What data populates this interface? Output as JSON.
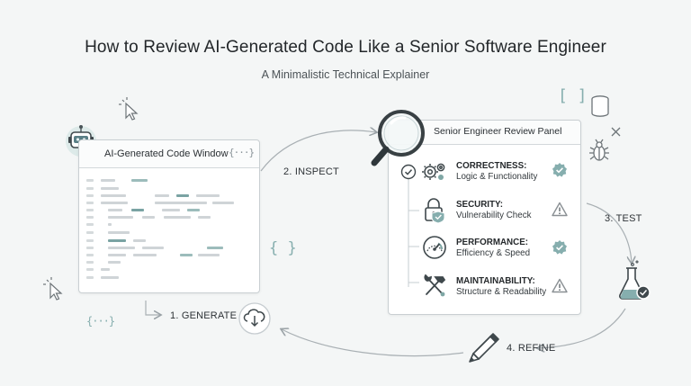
{
  "title": "How to Review AI-Generated Code Like a Senior Software Engineer",
  "subtitle": "A Minimalistic Technical Explainer",
  "code_window": {
    "title": "AI-Generated Code Window",
    "badge": "{···}"
  },
  "review_panel": {
    "title": "Senior Engineer Review Panel",
    "criteria": [
      {
        "title": "CORRECTNESS:",
        "subtitle": "Logic & Functionality",
        "status": "check",
        "icon": "gears-icon"
      },
      {
        "title": "SECURITY:",
        "subtitle": "Vulnerability Check",
        "status": "warning",
        "icon": "lock-shield-icon"
      },
      {
        "title": "PERFORMANCE:",
        "subtitle": "Efficiency & Speed",
        "status": "check",
        "icon": "gauge-icon"
      },
      {
        "title": "MAINTAINABILITY:",
        "subtitle": "Structure & Readability",
        "status": "warning",
        "icon": "hammer-wrench-icon"
      }
    ]
  },
  "steps": {
    "generate": "1. GENERATE",
    "inspect": "2. INSPECT",
    "test": "3. TEST",
    "refine": "4. REFINE"
  },
  "decorations": {
    "braces": "{ }",
    "brackets": "[ ]",
    "dots_badge": "{···}"
  },
  "colors": {
    "accent": "#7fa7a5",
    "accent_dark": "#4f7b7a",
    "line_gray": "#c6ccd0",
    "warning": "#8a9094",
    "background": "#f4f6f6"
  }
}
